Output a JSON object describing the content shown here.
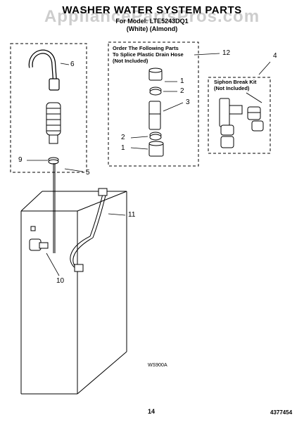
{
  "header": {
    "title": "WASHER WATER SYSTEM PARTS",
    "model_line": "For Model: LTE5243DQ1",
    "colors": "(White)  (Almond)",
    "watermark": "AppliancePartsPros.com"
  },
  "diagram": {
    "plastic_hose_box": {
      "note": [
        "Order The Following Parts",
        "To Splice Plastic Drain Hose",
        "(Not Included)"
      ]
    },
    "siphon_box": {
      "note": [
        "Siphon Break Kit",
        "(Not Included)"
      ]
    },
    "callouts": [
      "6",
      "9",
      "5",
      "12",
      "1",
      "2",
      "3",
      "2",
      "1",
      "4",
      "11",
      "10"
    ],
    "figure_code": "WS900A"
  },
  "footer": {
    "page_number": "14",
    "doc_number": "4377454"
  }
}
